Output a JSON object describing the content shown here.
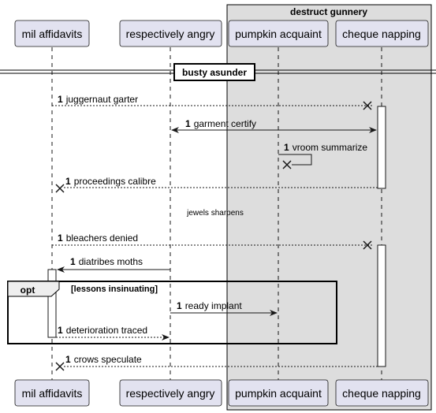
{
  "group": {
    "title": "destruct gunnery"
  },
  "participants": {
    "p1": "mil affidavits",
    "p2": "respectively angry",
    "p3": "pumpkin acquaint",
    "p4": "cheque napping"
  },
  "divider": {
    "label": "busty asunder"
  },
  "messages": {
    "m1": {
      "num": "1",
      "text": "juggernaut garter"
    },
    "m2": {
      "num": "1",
      "text": "garment certify"
    },
    "m3": {
      "num": "1",
      "text": "vroom summarize"
    },
    "m4": {
      "num": "1",
      "text": "proceedings calibre"
    },
    "m5": {
      "num": "1",
      "text": "bleachers denied"
    },
    "m6": {
      "num": "1",
      "text": "diatribes moths"
    },
    "m7": {
      "num": "1",
      "text": "ready implant"
    },
    "m8": {
      "num": "1",
      "text": "deterioration traced"
    },
    "m9": {
      "num": "1",
      "text": "crows speculate"
    }
  },
  "delay": {
    "label": "jewels sharpens"
  },
  "fragment": {
    "keyword": "opt",
    "guard": "[lessons insinuating]"
  },
  "colors": {
    "participant_fill": "#E2E2F0",
    "participant_stroke": "#181818",
    "group_fill": "#DDDDDD",
    "group_stroke": "#000000",
    "activation_fill": "#FFFFFF",
    "line": "#181818",
    "lifeline": "#181818"
  }
}
